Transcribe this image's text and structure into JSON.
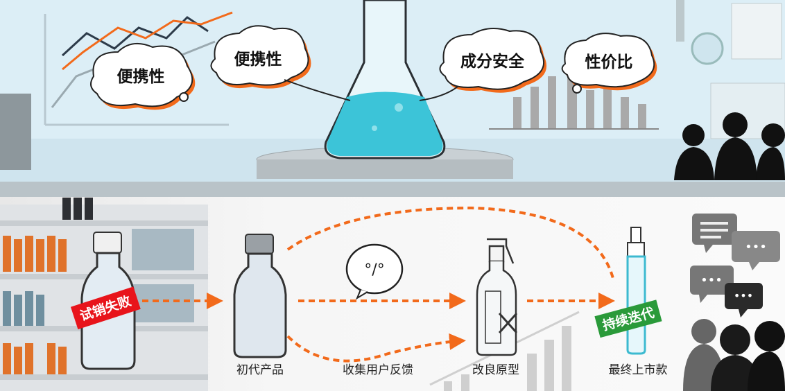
{
  "top_scene": {
    "bubbles": [
      "便携性",
      "便携性",
      "成分安全",
      "性价比"
    ]
  },
  "bottom_scene": {
    "fail_tag": "试销失败",
    "iterate_tag": "持续迭代",
    "feedback_bubble": "°/°",
    "stages": [
      "初代产品",
      "收集用户反馈",
      "改良原型",
      "最终上市款"
    ]
  },
  "colors": {
    "accent_orange": "#f26a1b",
    "fail_red": "#e8141b",
    "iterate_green": "#2a9a3a",
    "lab_blue": "#dbeef6",
    "liquid_cyan": "#3cc4d8"
  }
}
